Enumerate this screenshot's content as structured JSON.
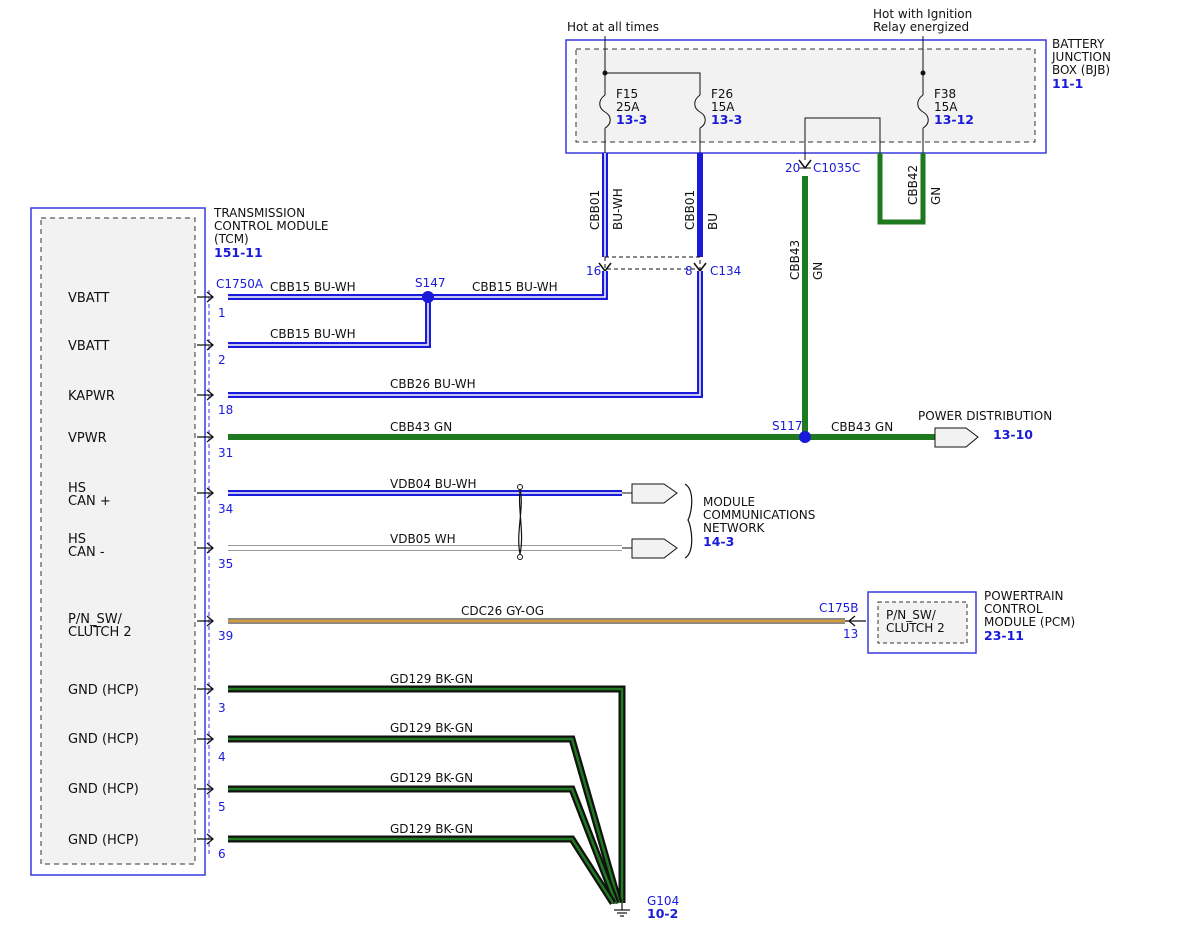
{
  "top": {
    "hot_at_all_times": "Hot at all times",
    "hot_with_ignition": [
      "Hot with Ignition",
      "Relay energized"
    ]
  },
  "bjb": {
    "name_lines": [
      "BATTERY",
      "JUNCTION",
      "BOX (BJB)"
    ],
    "ref": "11-1",
    "fuses": [
      {
        "id": "F15",
        "rating": "25A",
        "ref": "13-3"
      },
      {
        "id": "F26",
        "rating": "15A",
        "ref": "13-3"
      },
      {
        "id": "F38",
        "rating": "15A",
        "ref": "13-12"
      }
    ],
    "connector": {
      "pin": "20",
      "name": "C1035C"
    }
  },
  "tcm": {
    "name_lines": [
      "TRANSMISSION",
      "CONTROL MODULE",
      "(TCM)"
    ],
    "ref": "151-11",
    "connector": "C1750A",
    "pins": [
      {
        "label": [
          "VBATT"
        ],
        "pin": "1"
      },
      {
        "label": [
          "VBATT"
        ],
        "pin": "2"
      },
      {
        "label": [
          "KAPWR"
        ],
        "pin": "18"
      },
      {
        "label": [
          "VPWR"
        ],
        "pin": "31"
      },
      {
        "label": [
          "HS",
          "CAN +"
        ],
        "pin": "34"
      },
      {
        "label": [
          "HS",
          "CAN -"
        ],
        "pin": "35"
      },
      {
        "label": [
          "P/N_SW/",
          "CLUTCH 2"
        ],
        "pin": "39"
      },
      {
        "label": [
          "GND (HCP)"
        ],
        "pin": "3"
      },
      {
        "label": [
          "GND (HCP)"
        ],
        "pin": "4"
      },
      {
        "label": [
          "GND (HCP)"
        ],
        "pin": "5"
      },
      {
        "label": [
          "GND (HCP)"
        ],
        "pin": "6"
      }
    ]
  },
  "c134": {
    "name": "C134",
    "pin_left": "16",
    "pin_right": "8"
  },
  "wires": {
    "cbb01_buwh": {
      "circuit": "CBB01",
      "color": "BU-WH"
    },
    "cbb01_bu": {
      "circuit": "CBB01",
      "color": "BU"
    },
    "cbb42": {
      "circuit": "CBB42",
      "color": "GN"
    },
    "cbb43_vert": {
      "circuit": "CBB43",
      "color": "GN"
    },
    "cbb15_a": "CBB15  BU-WH",
    "cbb15_b": "CBB15  BU-WH",
    "cbb15_c": "CBB15  BU-WH",
    "cbb26": "CBB26  BU-WH",
    "cbb43_a": "CBB43  GN",
    "cbb43_b": "CBB43  GN",
    "vdb04": "VDB04  BU-WH",
    "vdb05": "VDB05  WH",
    "cdc26": "CDC26  GY-OG",
    "gd129": [
      "GD129  BK-GN",
      "GD129  BK-GN",
      "GD129  BK-GN",
      "GD129  BK-GN"
    ]
  },
  "splices": {
    "s147": "S147",
    "s117": "S117"
  },
  "power_distribution": {
    "label": "POWER DISTRIBUTION",
    "ref": "13-10"
  },
  "mcn": {
    "name_lines": [
      "MODULE",
      "COMMUNICATIONS",
      "NETWORK"
    ],
    "ref": "14-3"
  },
  "pcm": {
    "connector": "C175B",
    "pin": "13",
    "label_lines": [
      "P/N_SW/",
      "CLUTCH 2"
    ],
    "name_lines": [
      "POWERTRAIN",
      "CONTROL",
      "MODULE (PCM)"
    ],
    "ref": "23-11"
  },
  "ground": {
    "name": "G104",
    "ref": "10-2"
  },
  "colors": {
    "blue": "#1a1adb",
    "green": "#1f7a1f",
    "gray_orange": "#b59a6a",
    "box_border": "#3a3ae0",
    "box_fill": "#f2f2f2"
  }
}
